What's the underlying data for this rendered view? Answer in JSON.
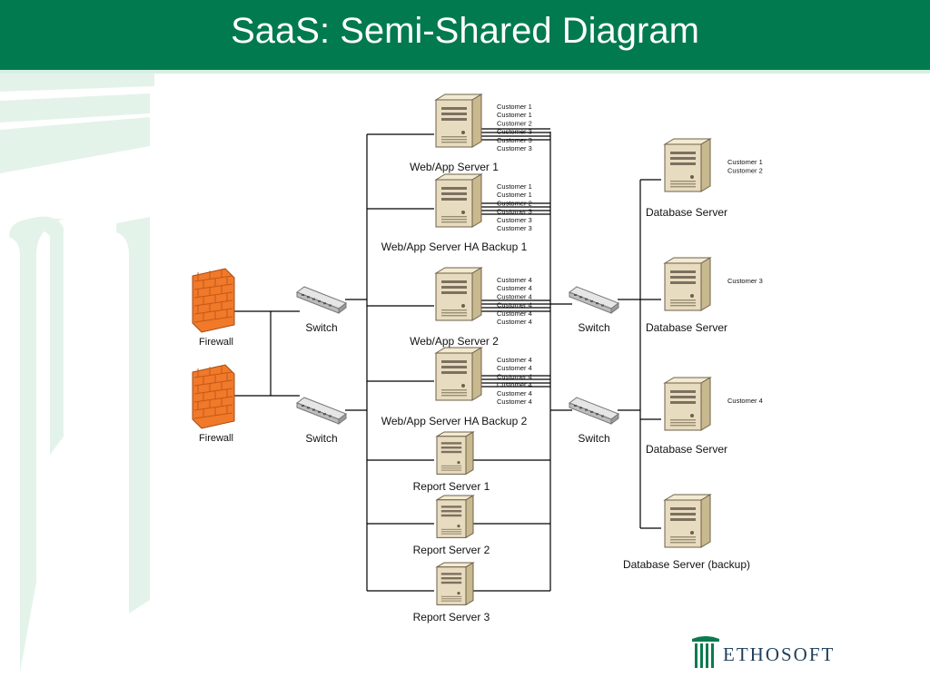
{
  "slide": {
    "title": "SaaS: Semi-Shared Diagram"
  },
  "colors": {
    "header_bg": "#017a4f",
    "header_text": "#ffffff",
    "backdrop": "#e4f3ea",
    "line": "#000000",
    "server_body": "#e8dcc0",
    "firewall": "#f07a2a"
  },
  "diagram": {
    "firewalls": [
      {
        "id": "fw1",
        "label": "Firewall",
        "icon": "firewall-icon"
      },
      {
        "id": "fw2",
        "label": "Firewall",
        "icon": "firewall-icon"
      }
    ],
    "switches": [
      {
        "id": "sw1",
        "label": "Switch",
        "icon": "switch-icon"
      },
      {
        "id": "sw2",
        "label": "Switch",
        "icon": "switch-icon"
      },
      {
        "id": "sw3",
        "label": "Switch",
        "icon": "switch-icon"
      },
      {
        "id": "sw4",
        "label": "Switch",
        "icon": "switch-icon"
      }
    ],
    "app_servers": [
      {
        "id": "app1",
        "label": "Web/App Server 1",
        "icon": "server-icon",
        "customers": [
          "Customer 1",
          "Customer 1",
          "Customer 2",
          "Customer 3",
          "Customer 3",
          "Customer 3"
        ]
      },
      {
        "id": "app2",
        "label": "Web/App Server HA Backup 1",
        "icon": "server-icon",
        "customers": [
          "Customer 1",
          "Customer 1",
          "Customer 2",
          "Customer 3",
          "Customer 3",
          "Customer 3"
        ]
      },
      {
        "id": "app3",
        "label": "Web/App Server 2",
        "icon": "server-icon",
        "customers": [
          "Customer 4",
          "Customer 4",
          "Customer 4",
          "Customer 4",
          "Customer 4",
          "Customer 4"
        ]
      },
      {
        "id": "app4",
        "label": "Web/App Server HA Backup 2",
        "icon": "server-icon",
        "customers": [
          "Customer 4",
          "Customer 4",
          "Customer 4",
          "Customer 4",
          "Customer 4",
          "Customer 4"
        ]
      },
      {
        "id": "rep1",
        "label": "Report Server 1",
        "icon": "server-icon",
        "customers": []
      },
      {
        "id": "rep2",
        "label": "Report Server 2",
        "icon": "server-icon",
        "customers": []
      },
      {
        "id": "rep3",
        "label": "Report Server 3",
        "icon": "server-icon",
        "customers": []
      }
    ],
    "db_servers": [
      {
        "id": "db1",
        "label": "Database Server",
        "icon": "server-icon",
        "customers": [
          "Customer 1",
          "Customer 2"
        ]
      },
      {
        "id": "db2",
        "label": "Database Server",
        "icon": "server-icon",
        "customers": [
          "Customer 3"
        ]
      },
      {
        "id": "db3",
        "label": "Database Server",
        "icon": "server-icon",
        "customers": [
          "Customer 4"
        ]
      },
      {
        "id": "db4",
        "label": "Database Server (backup)",
        "icon": "server-icon",
        "customers": []
      }
    ]
  },
  "brand": {
    "logo_text": "ETHOSOFT",
    "logo_icon": "columns-logo-icon"
  }
}
